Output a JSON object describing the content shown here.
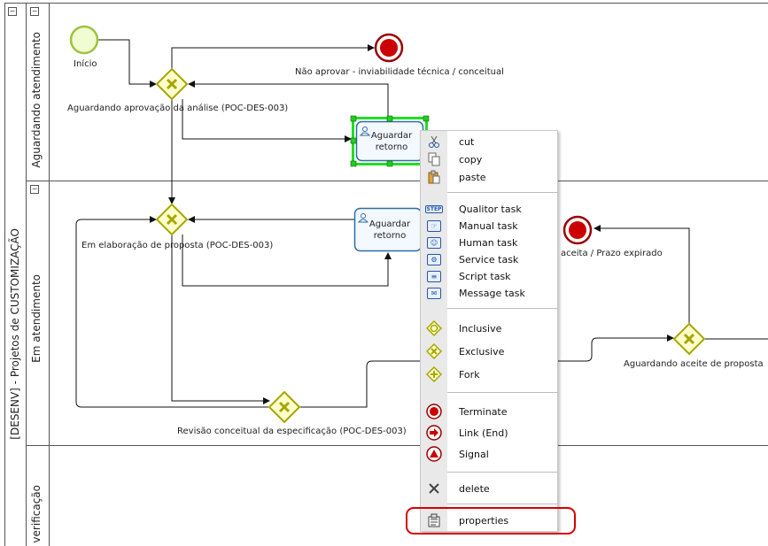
{
  "pool": {
    "label": "[DESENV] - Projetos de CUSTOMIZAÇÃO"
  },
  "lanes": [
    {
      "label": "Aguardando atendimento"
    },
    {
      "label": "Em atendimento"
    },
    {
      "label": "verificação"
    }
  ],
  "collapse_symbol": "−",
  "elements": {
    "start_label": "Início",
    "end_reject_label": "Não aprovar - inviabilidade técnica / conceitual",
    "gateway_analysis_label": "Aguardando aprovação da análise (POC-DES-003)",
    "task_top_label": "Aguardar retorno",
    "gateway_proposal_label": "Em elaboração de proposta (POC-DES-003)",
    "task_mid_label": "Aguardar retorno",
    "end_expired_label": "aceita / Prazo expirado",
    "gateway_accept_label": "Aguardando aceite de proposta",
    "gateway_revision_label": "Revisão conceitual da especificação (POC-DES-003)"
  },
  "context_menu": {
    "groups": [
      [
        {
          "label": "cut",
          "icon": "scissors-icon"
        },
        {
          "label": "copy",
          "icon": "copy-icon"
        },
        {
          "label": "paste",
          "icon": "paste-icon"
        }
      ],
      [
        {
          "label": "Qualitor task",
          "icon": "step-task-icon",
          "badge": "STEP"
        },
        {
          "label": "Manual task",
          "icon": "manual-task-icon"
        },
        {
          "label": "Human task",
          "icon": "human-task-icon"
        },
        {
          "label": "Service task",
          "icon": "service-task-icon"
        },
        {
          "label": "Script task",
          "icon": "script-task-icon"
        },
        {
          "label": "Message task",
          "icon": "message-task-icon"
        }
      ],
      [
        {
          "label": "Inclusive",
          "icon": "inclusive-gateway-icon"
        },
        {
          "label": "Exclusive",
          "icon": "exclusive-gateway-icon"
        },
        {
          "label": "Fork",
          "icon": "fork-gateway-icon"
        }
      ],
      [
        {
          "label": "Terminate",
          "icon": "terminate-event-icon"
        },
        {
          "label": "Link (End)",
          "icon": "link-end-event-icon"
        },
        {
          "label": "Signal",
          "icon": "signal-event-icon"
        }
      ],
      [
        {
          "label": "delete",
          "icon": "delete-icon"
        }
      ],
      [
        {
          "label": "properties",
          "icon": "properties-icon"
        }
      ]
    ],
    "highlighted_item": "properties"
  },
  "colors": {
    "lane_border": "#555555",
    "gateway_fill": "#ffffcc",
    "gateway_stroke": "#a6a600",
    "task_stroke": "#2e6da4",
    "end_fill": "#cc0000",
    "start_fill": "#f2fcd2",
    "start_stroke": "#9fc23c",
    "selection": "#22dd22",
    "highlight": "#d90000"
  }
}
